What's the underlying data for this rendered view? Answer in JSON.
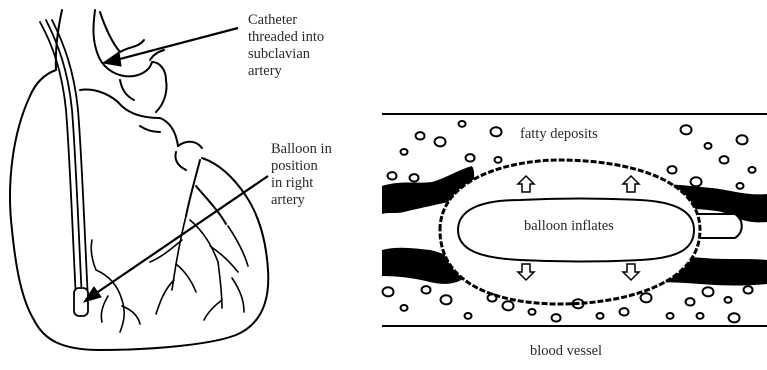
{
  "labels": {
    "catheter": [
      "Catheter",
      "threaded into",
      "subclavian",
      "artery"
    ],
    "balloon_position": [
      "Balloon in",
      "position",
      "in right",
      "artery"
    ],
    "fatty_deposits": "fatty deposits",
    "balloon_inflates": "balloon inflates",
    "blood_vessel": "blood vessel"
  },
  "colors": {
    "ink": "#000000",
    "text": "#2a2a2a",
    "background": "#ffffff"
  }
}
